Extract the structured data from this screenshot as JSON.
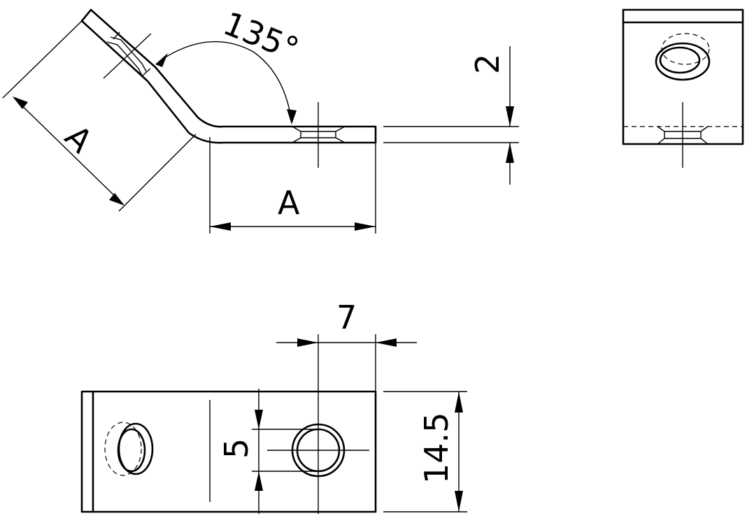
{
  "drawing": {
    "angle_label": "135°",
    "side_label_diagonal": "A",
    "side_label_horizontal": "A",
    "thickness_label": "2",
    "hole_offset_label": "7",
    "hole_diameter_label": "5",
    "width_label": "14.5"
  }
}
